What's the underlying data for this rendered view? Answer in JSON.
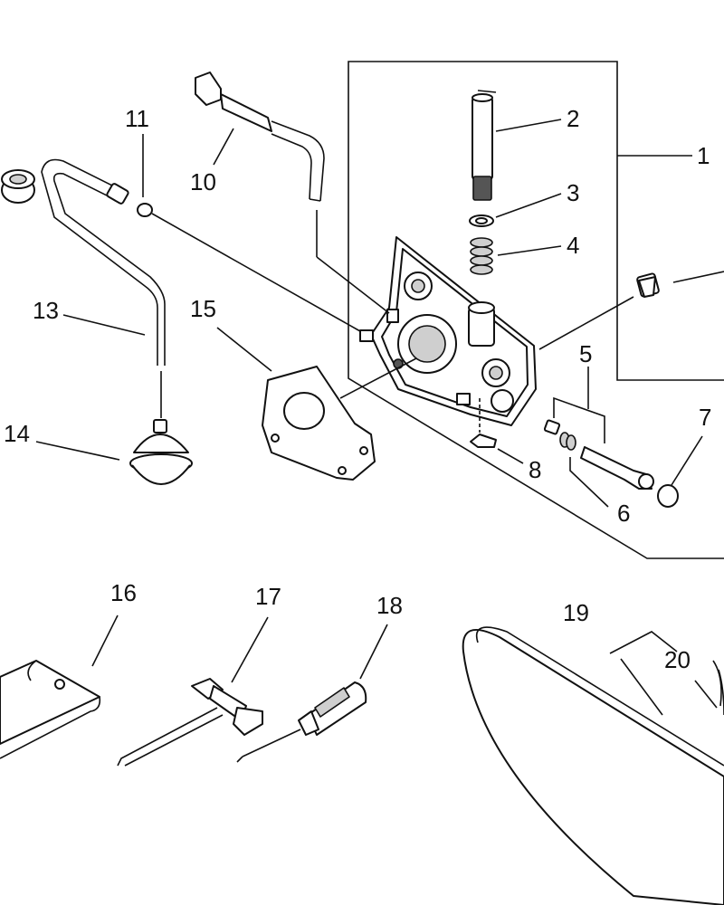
{
  "labels": {
    "p1": "1",
    "p2": "2",
    "p3": "3",
    "p4": "4",
    "p5": "5",
    "p6": "6",
    "p7": "7",
    "p8": "8",
    "p10": "10",
    "p11": "11",
    "p13": "13",
    "p14": "14",
    "p15": "15",
    "p16": "16",
    "p17": "17",
    "p18": "18",
    "p19": "19",
    "p20": "20"
  }
}
